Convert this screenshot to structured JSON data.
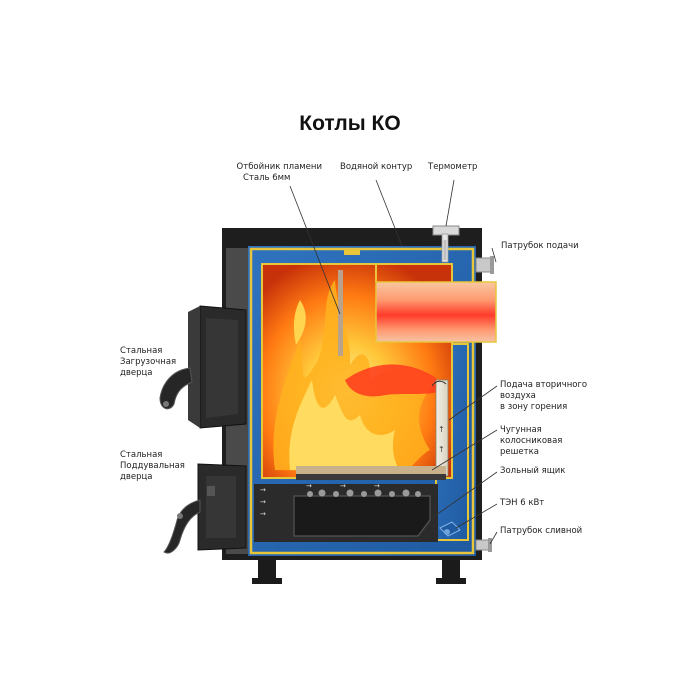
{
  "title": "Котлы КО",
  "labels": {
    "deflector_line1": "Отбойник пламени",
    "deflector_line2": "Сталь 6мм",
    "water_circuit": "Водяной контур",
    "thermometer": "Термометр",
    "supply_pipe": "Патрубок подачи",
    "loading_door_line1": "Стальная",
    "loading_door_line2": "Загрузочная",
    "loading_door_line3": "дверца",
    "ash_door_line1": "Стальная",
    "ash_door_line2": "Поддувальная",
    "ash_door_line3": "дверца",
    "secondary_air_line1": "Подача вторичного",
    "secondary_air_line2": "воздуха",
    "secondary_air_line3": "в зону горения",
    "grate_line1": "Чугунная",
    "grate_line2": "колосниковая",
    "grate_line3": "решетка",
    "ash_box": "Зольный ящик",
    "heater": "ТЭН 6 кВт",
    "drain_pipe": "Патрубок сливной"
  },
  "colors": {
    "water_blue": "#2e6fb8",
    "casing_dark": "#1e1e1e",
    "insulation_yellow": "#e9c53a",
    "flame_orange": "#ff8a1c",
    "flame_yellow": "#ffd23a"
  }
}
